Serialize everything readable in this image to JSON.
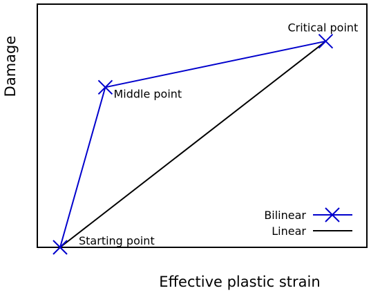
{
  "chart_data": {
    "type": "line",
    "xlabel": "Effective plastic strain",
    "ylabel": "Damage",
    "xlim": [
      0,
      1
    ],
    "ylim": [
      0,
      1
    ],
    "grid": false,
    "legend_position": "bottom-right",
    "series": [
      {
        "name": "Bilinear",
        "color": "#0000cc",
        "marker": "x",
        "x": [
          0.0,
          0.16,
          0.94
        ],
        "y": [
          0.0,
          0.66,
          0.85
        ]
      },
      {
        "name": "Linear",
        "color": "#000000",
        "marker": "none",
        "x": [
          0.0,
          0.94
        ],
        "y": [
          0.0,
          0.85
        ]
      }
    ],
    "annotations": [
      {
        "text": "Starting point",
        "x": 0.0,
        "y": 0.0
      },
      {
        "text": "Middle point",
        "x": 0.16,
        "y": 0.66
      },
      {
        "text": "Critical point",
        "x": 0.94,
        "y": 0.85
      }
    ]
  }
}
